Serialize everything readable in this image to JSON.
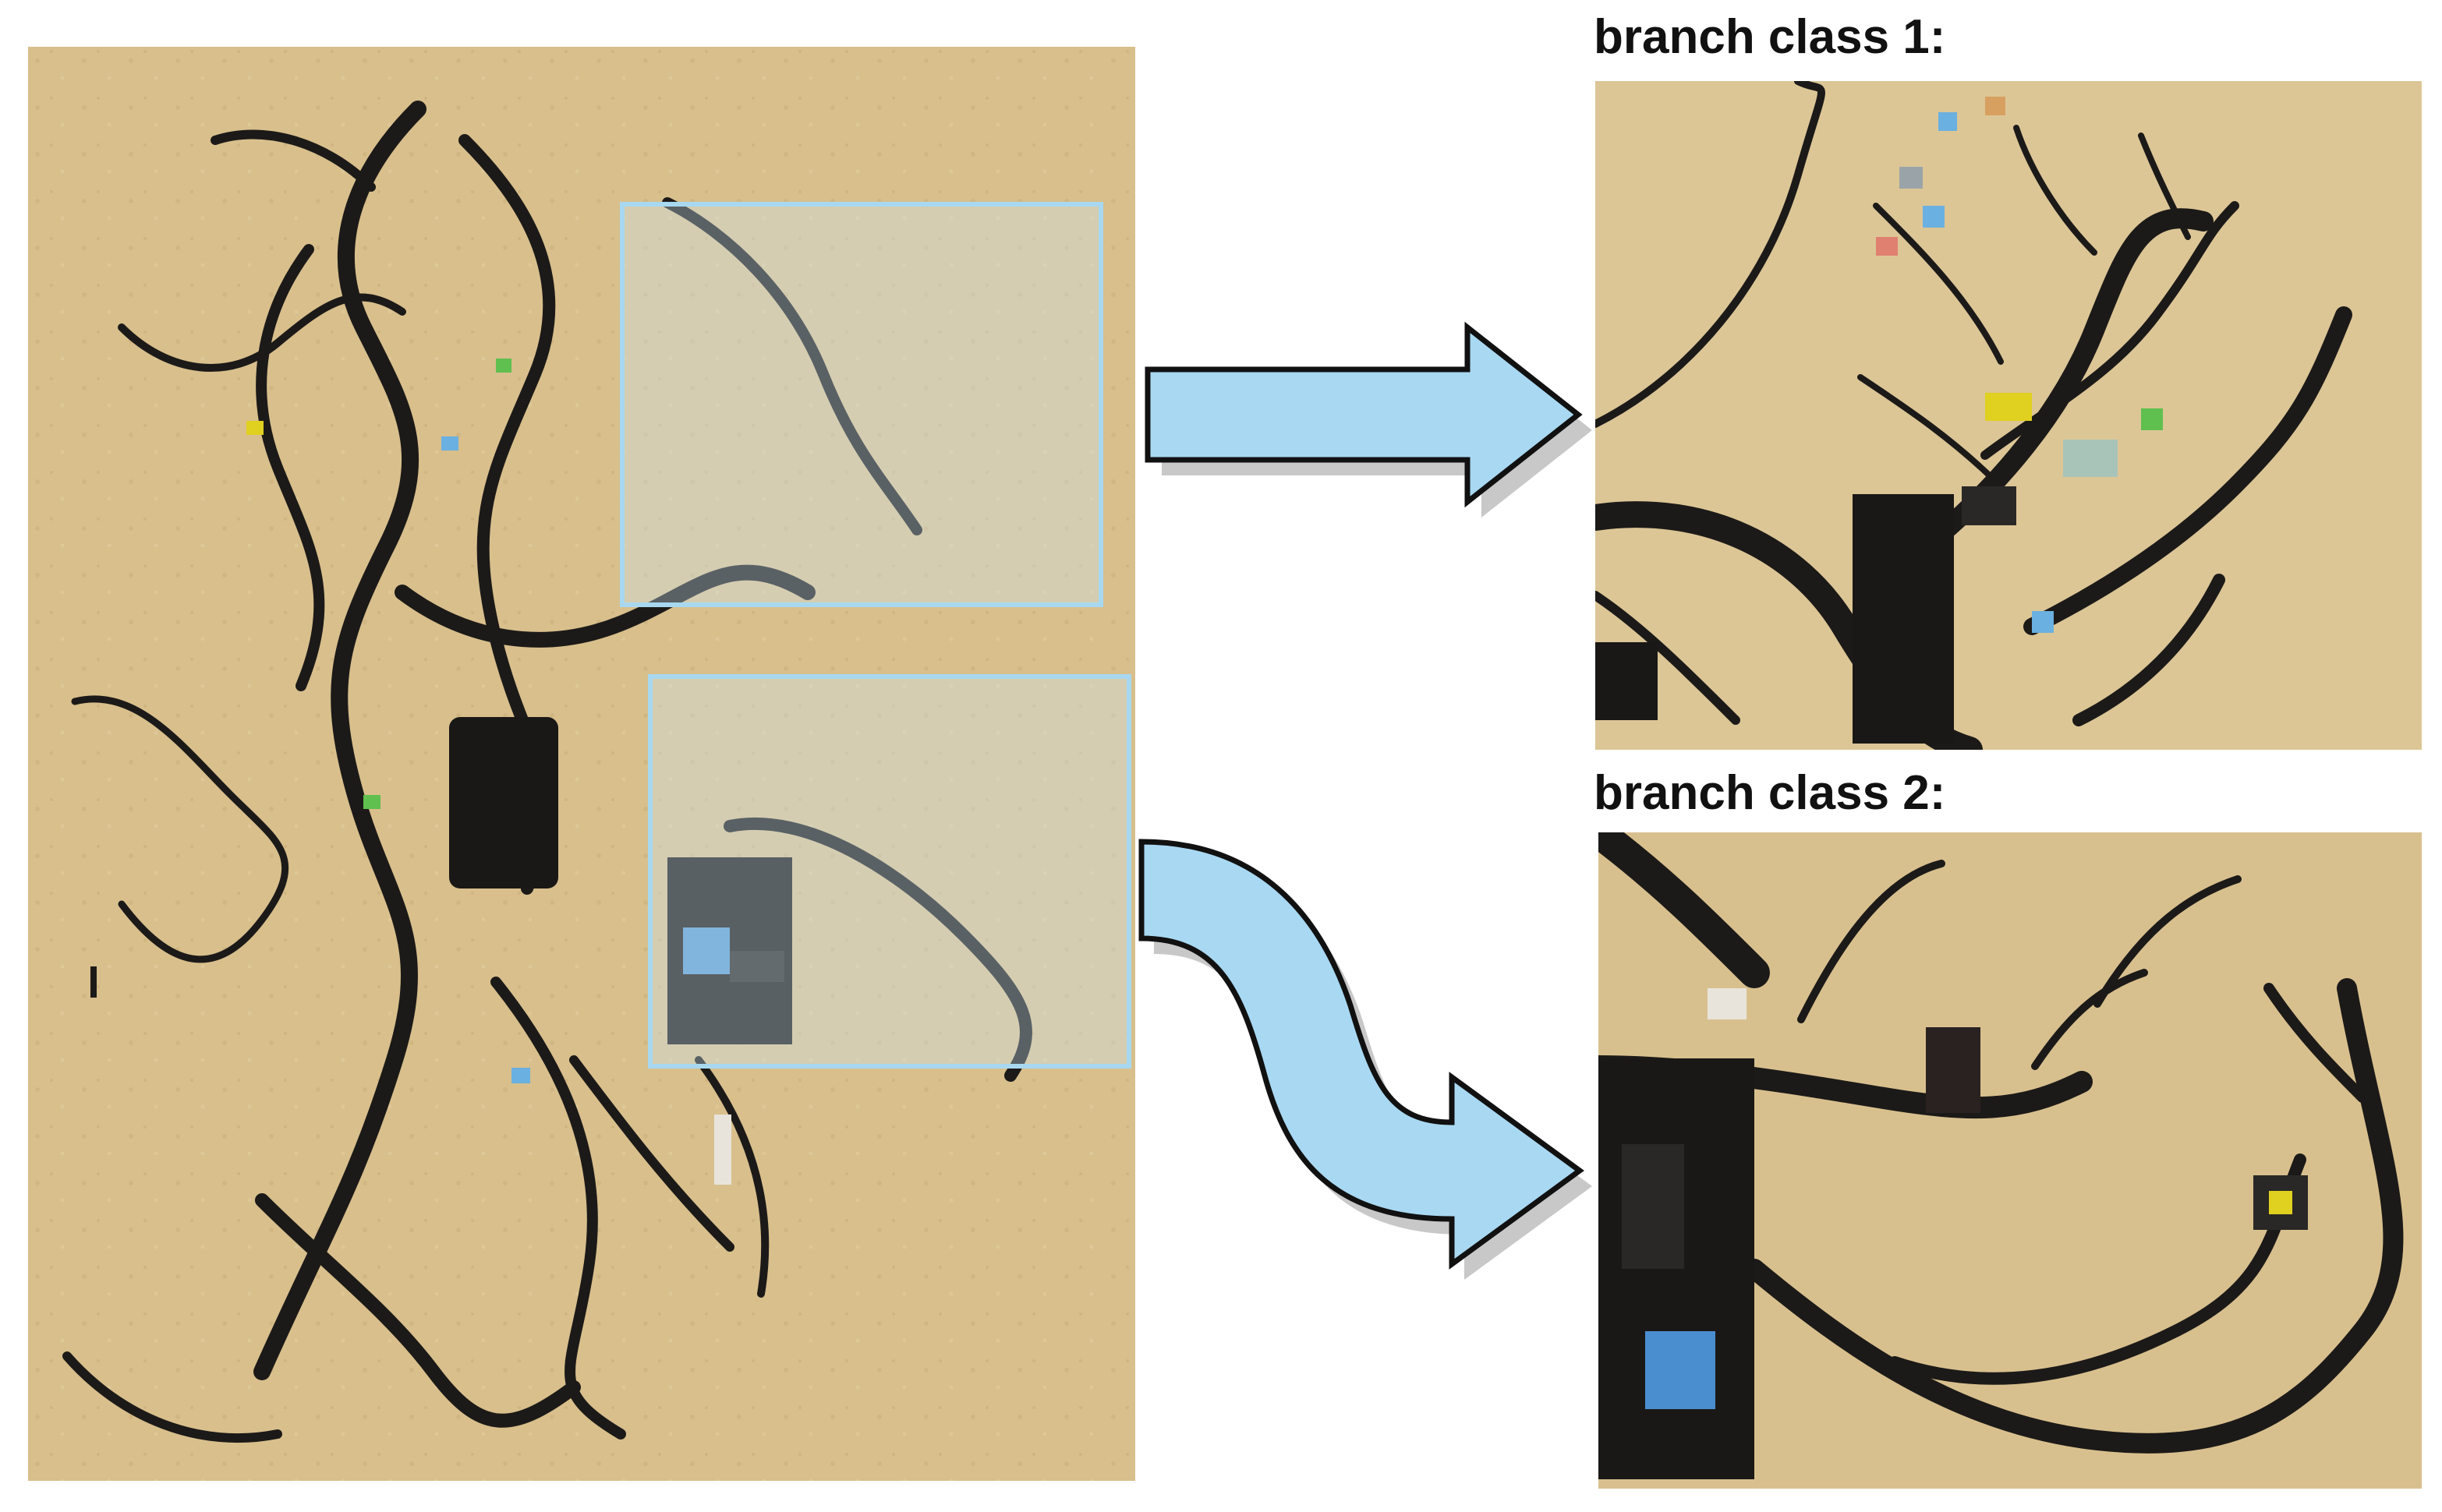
{
  "labels": {
    "branch1": "branch class 1:",
    "branch2": "branch class 2:"
  },
  "colors": {
    "floor": "#d9c08e",
    "floor_shade": "#c9ad78",
    "cable": "#1c1a18",
    "highlight_fill": "#cfe8f5",
    "highlight_stroke": "#a8d8f0",
    "arrow_fill": "#a9d8f2",
    "arrow_stroke": "#111111",
    "connector_blue": "#6ab0e0",
    "connector_yellow": "#e0d020",
    "connector_green": "#5fbf4f",
    "connector_grey": "#9aa4a8"
  },
  "icons": {
    "arrow1": "straight-right-arrow",
    "arrow2": "curved-down-right-arrow"
  }
}
